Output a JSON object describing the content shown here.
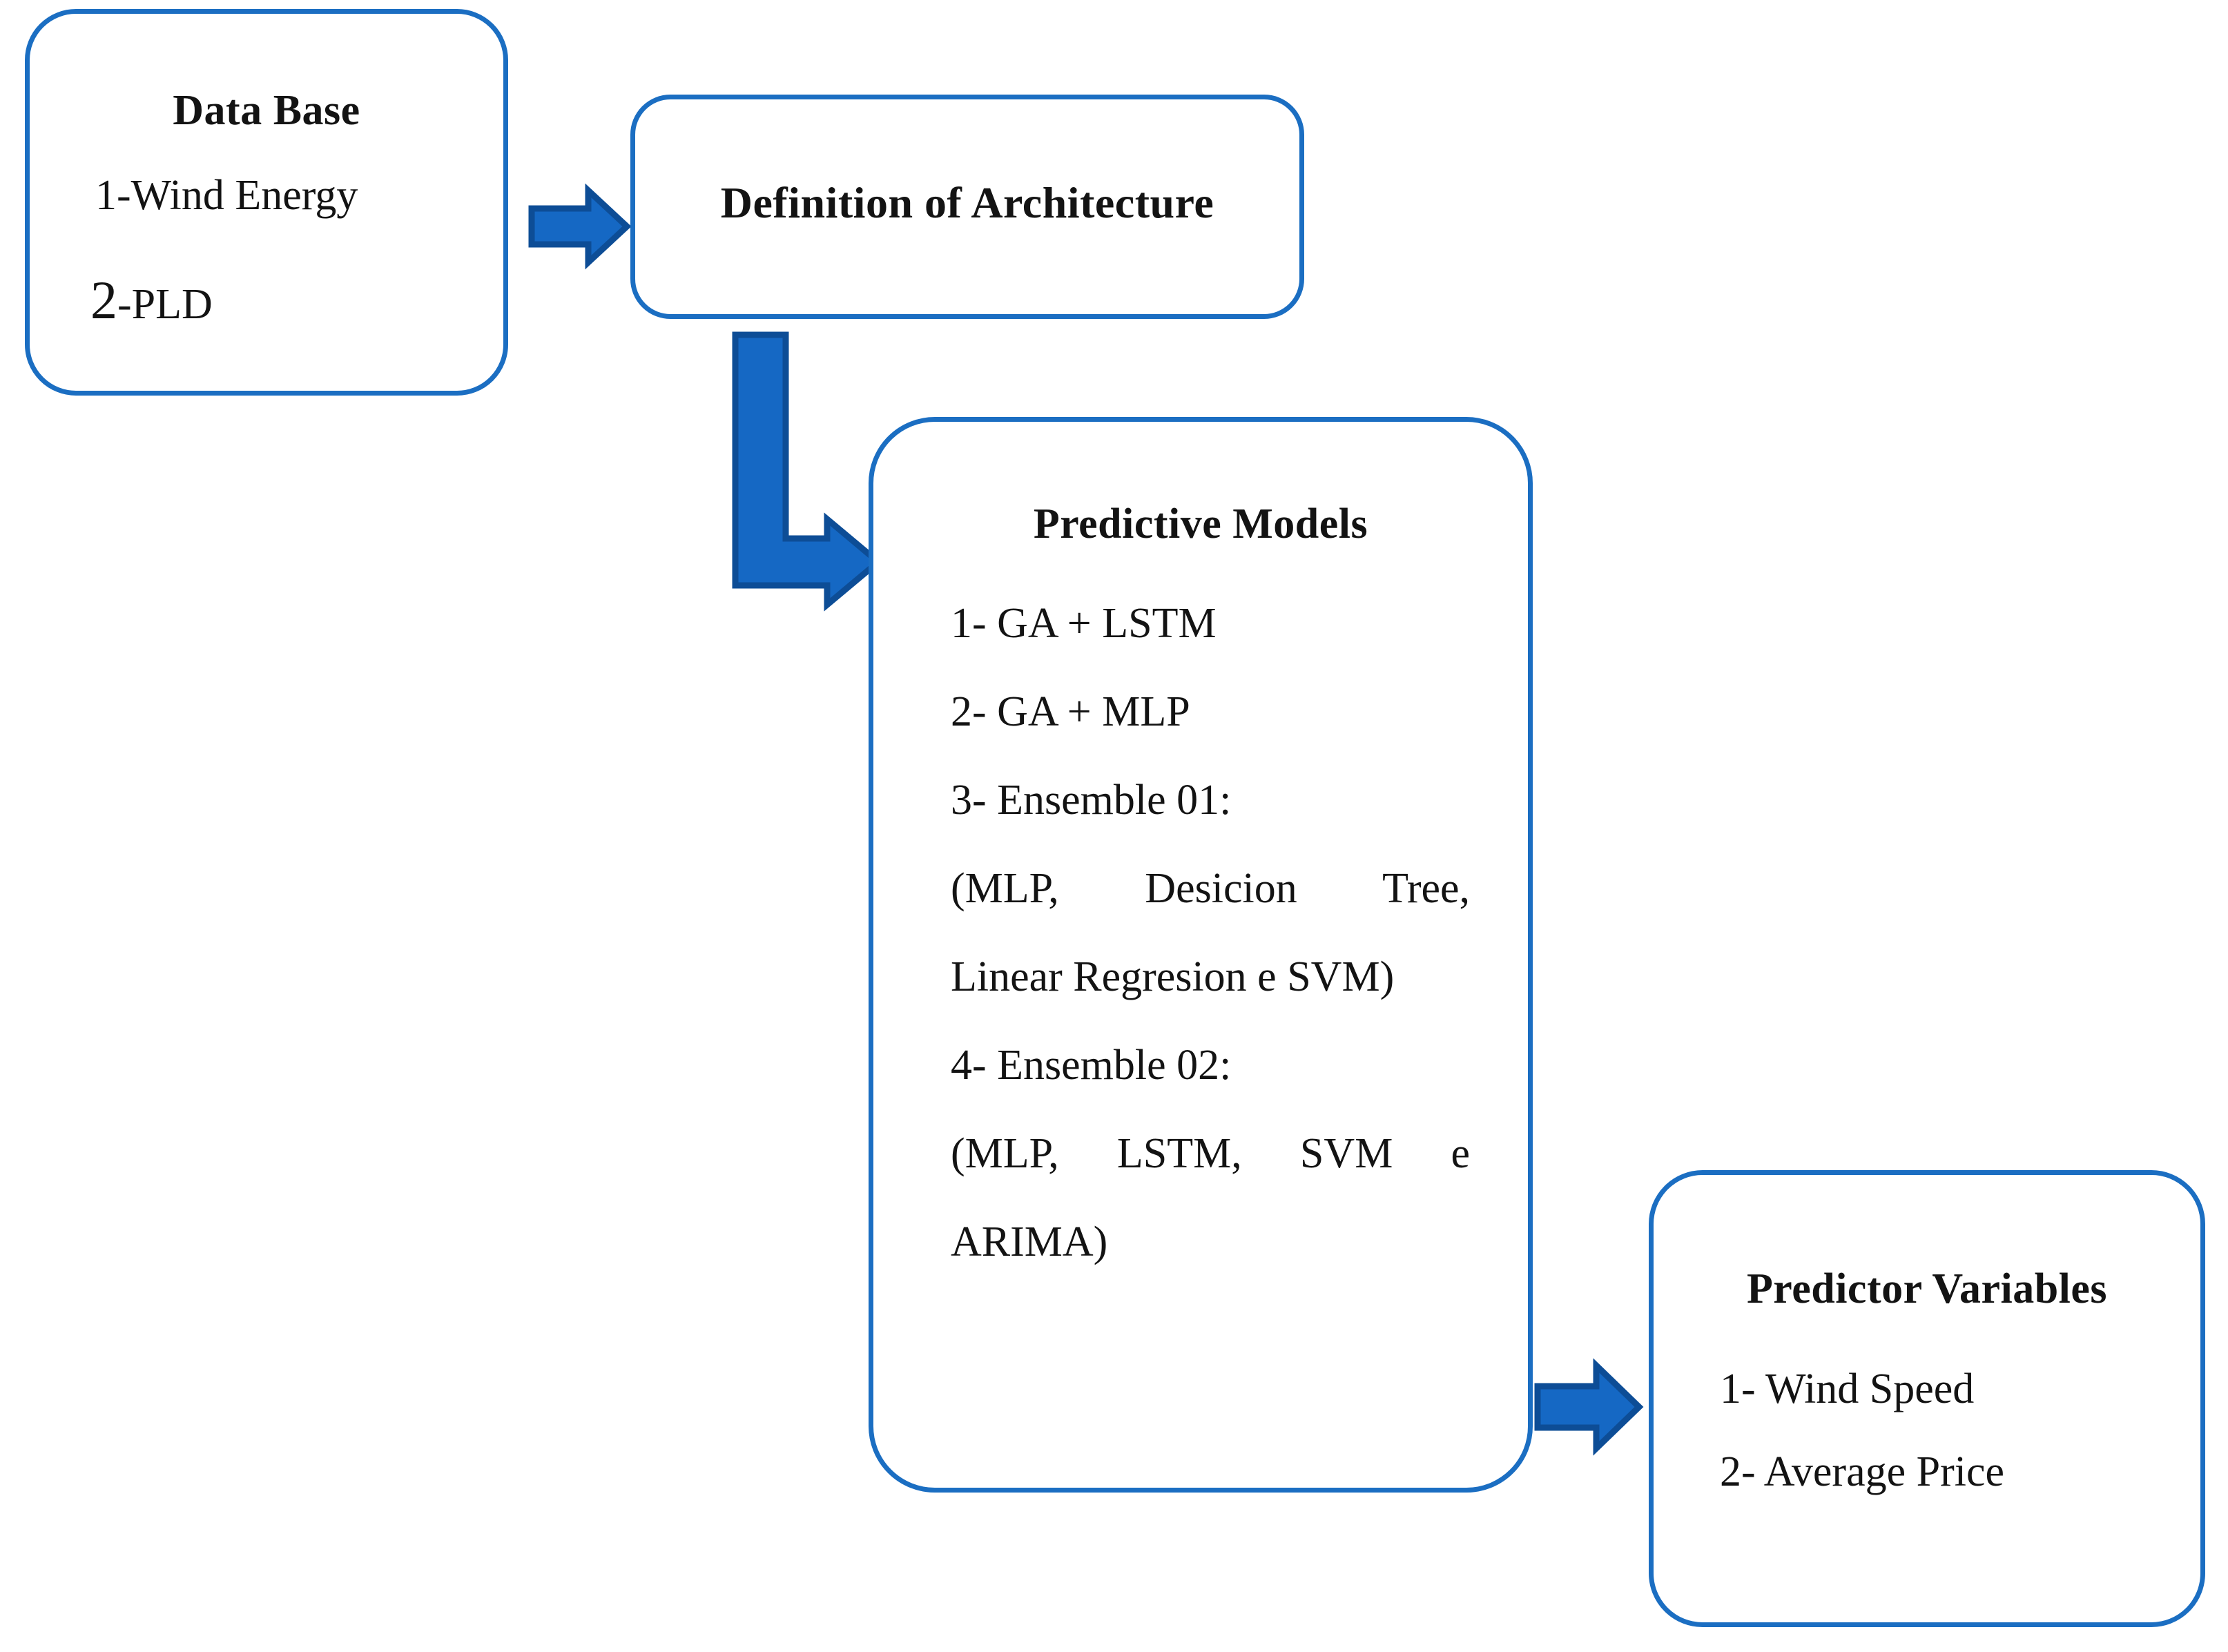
{
  "diagram": {
    "title_semantic": "predictive-modeling-workflow",
    "accent_color": "#1b6ec2",
    "arrow_fill": "#1568c4",
    "arrow_stroke": "#0d4d96",
    "text_color": "#131313",
    "background": "#ffffff"
  },
  "nodes": {
    "database": {
      "title": "Data Base",
      "items": [
        "1-Wind Energy",
        "2-PLD"
      ],
      "item2_prefix": "2",
      "item2_rest": "-PLD"
    },
    "architecture": {
      "title": "Definition of Architecture"
    },
    "predictive_models": {
      "title": "Predictive Models",
      "items": [
        "1- GA + LSTM",
        "2- GA + MLP",
        "3- Ensemble 01:",
        "(MLP, Desicion Tree,",
        "Linear Regresion e SVM)",
        "4- Ensemble 02:",
        "(MLP, LSTM, SVM e",
        "ARIMA)"
      ]
    },
    "predictor_variables": {
      "title": "Predictor Variables",
      "items": [
        "1- Wind Speed",
        "2- Average Price"
      ]
    }
  },
  "connectors": [
    {
      "id": "database-to-architecture",
      "kind": "right-arrow"
    },
    {
      "id": "architecture-to-predictive-models",
      "kind": "elbow-down-right-arrow"
    },
    {
      "id": "predictive-models-to-predictor-variables",
      "kind": "right-arrow"
    }
  ]
}
